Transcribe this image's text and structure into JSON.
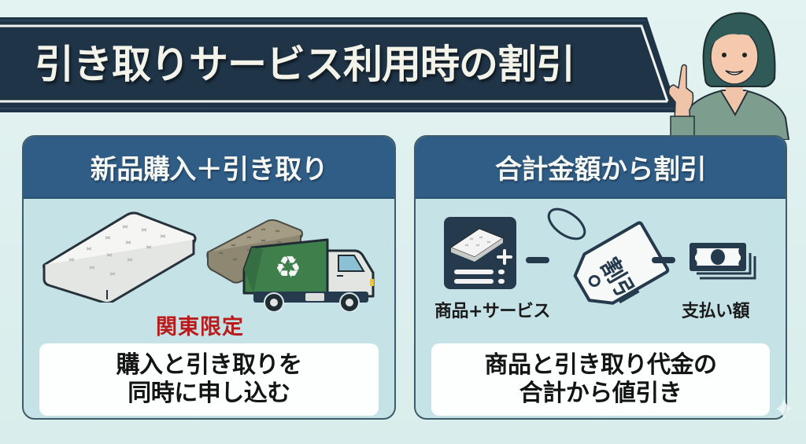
{
  "banner": {
    "title": "引き取りサービス利用時の割引",
    "background_color": "#1f3447",
    "text_color": "#f3f3ea"
  },
  "presenter": {
    "description": "woman with dark teal bob haircut, smiling, raising index finger",
    "hair_color": "#2f5a57",
    "shirt_color": "#7d9e8e"
  },
  "panels": [
    {
      "id": "left",
      "header": "新品購入＋引き取り",
      "illustrations": [
        {
          "icon": "new-mattress-icon"
        },
        {
          "icon": "old-mattress-icon"
        },
        {
          "icon": "recycling-truck-icon",
          "symbol": "♻"
        }
      ],
      "region_label": "関東限定",
      "region_label_color": "#b81c1c",
      "note_lines": [
        "購入と引き取りを",
        "同時に申し込む"
      ]
    },
    {
      "id": "right",
      "header": "合計金額から割引",
      "flow": [
        {
          "icon": "product-service-icon",
          "label": "商品+サービス",
          "plus_symbol": "+"
        },
        {
          "connector": "−"
        },
        {
          "icon": "discount-tag-icon",
          "tag_text": "割引"
        },
        {
          "connector": "−"
        },
        {
          "icon": "cash-icon",
          "label": "支払い額"
        }
      ],
      "note_lines": [
        "商品と引き取り代金の",
        "合計から値引き"
      ]
    }
  ],
  "colors": {
    "page_background": "#dfefee",
    "panel_header": "#2f5d86",
    "panel_body": "#c5e2e6",
    "panel_border": "#3f5a68",
    "dark_icon": "#253b4d",
    "truck_green": "#3f7f4c"
  }
}
